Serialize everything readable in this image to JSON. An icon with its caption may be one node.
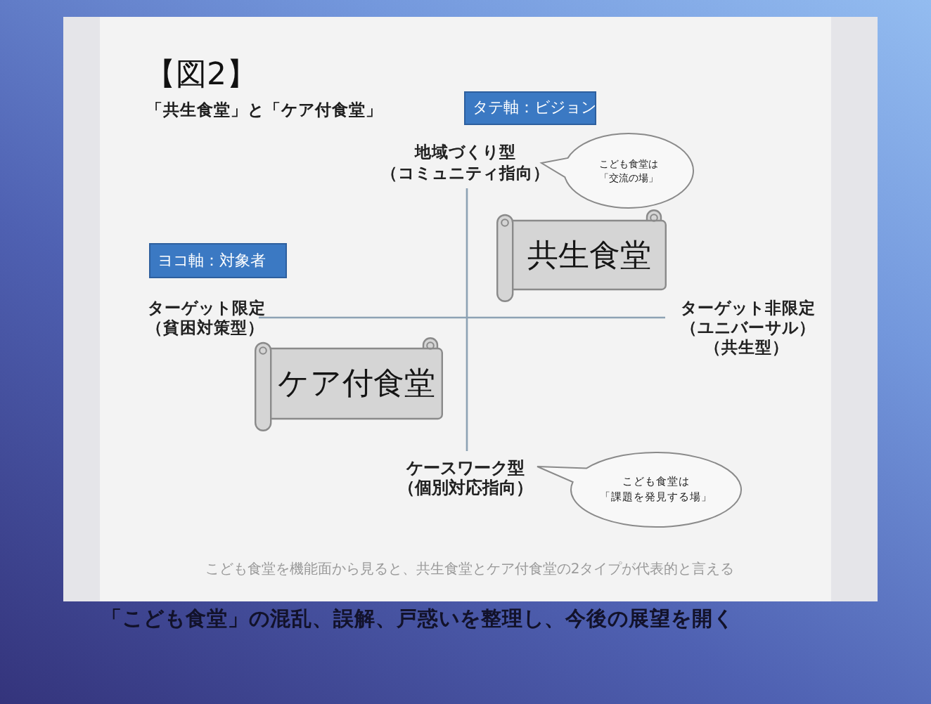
{
  "diagram": {
    "title": "【図2】",
    "caption": "こども食堂を機能面から見ると、共生食堂とケア付食堂の2タイプが代表的と言える",
    "nodes": [
      {
        "text": [
          "タテ軸：ビジョン"
        ]
      },
      {
        "text": [
          "こども食堂は",
          "「交流の場」"
        ]
      },
      {
        "text": [
          "共生食堂"
        ]
      },
      {
        "text": [
          "ヨコ軸：対象者"
        ]
      },
      {
        "text": [
          "ケア付食堂"
        ]
      },
      {
        "text": [
          "こども食堂は",
          "「課題を発見する場」"
        ]
      }
    ],
    "labels": [
      "「共生食堂」と「ケア付食堂」",
      "地域づくり型",
      "（コミュニティ指向）",
      "ターゲット限定",
      "（貧困対策型）",
      "ターゲット非限定",
      "（ユニバーサル）",
      "（共生型）",
      "ケースワーク型",
      "（個別対応指向）",
      "「こども食堂」の混乱、誤解、戸惑いを整理し、今後の展望を開く"
    ]
  }
}
